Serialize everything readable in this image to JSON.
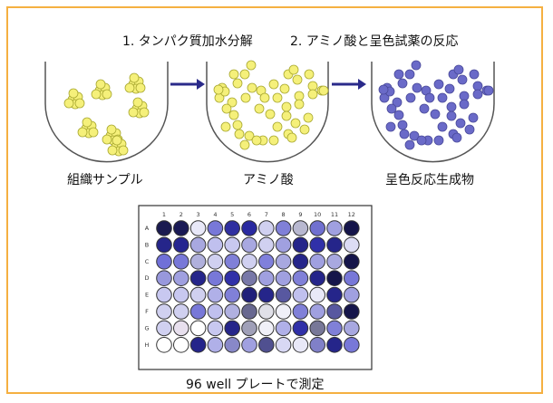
{
  "steps": {
    "step1": "1. タンパク質加水分解",
    "step2": "2. アミノ酸と呈色試薬の反応"
  },
  "labels": {
    "beaker1": "組織サンプル",
    "beaker2": "アミノ酸",
    "beaker3": "呈色反応生成物"
  },
  "plate": {
    "caption": "96 well プレートで測定",
    "columns": [
      "1",
      "2",
      "3",
      "4",
      "5",
      "6",
      "7",
      "8",
      "9",
      "10",
      "11",
      "12"
    ],
    "rows": [
      "A",
      "B",
      "C",
      "D",
      "E",
      "F",
      "G",
      "H"
    ],
    "well_colors": [
      [
        "#1a1a50",
        "#1a1a55",
        "#e8e8f8",
        "#7878d8",
        "#3030a0",
        "#2a2aa0",
        "#d0d0f0",
        "#8080d8",
        "#b8b8d0",
        "#7070d0",
        "#a0a0e0",
        "#15154a"
      ],
      [
        "#25258a",
        "#252590",
        "#a8a8e0",
        "#c0c0ee",
        "#c8c8f0",
        "#a8a8e0",
        "#d0d0f0",
        "#a0a0e0",
        "#25258a",
        "#3030a8",
        "#25258a",
        "#dcdcf4"
      ],
      [
        "#7070d8",
        "#7878d8",
        "#b0b0dc",
        "#d0d0f0",
        "#8080d8",
        "#d0d0f0",
        "#8080dc",
        "#a8a8e0",
        "#25258a",
        "#a0a0e0",
        "#a8a8e0",
        "#15154a"
      ],
      [
        "#9898dc",
        "#a0a0e0",
        "#25258a",
        "#7878d8",
        "#3030a8",
        "#7878a8",
        "#a0a0e0",
        "#a0a0e0",
        "#8080d8",
        "#25258a",
        "#15154a",
        "#7878d8"
      ],
      [
        "#c8c8f0",
        "#c8c8f0",
        "#d0d0f0",
        "#b0b0e8",
        "#8080d8",
        "#20207a",
        "#25258a",
        "#5858a0",
        "#c0c0ee",
        "#e8e8f8",
        "#25258a",
        "#a0a0e0"
      ],
      [
        "#d0d0f0",
        "#d0d0f0",
        "#7878d8",
        "#c0c0ee",
        "#b0b0e0",
        "#686890",
        "#e0e0e8",
        "#f0f0f8",
        "#8080d8",
        "#a0a0e0",
        "#5858a0",
        "#15154a"
      ],
      [
        "#d0d0f0",
        "#e8e0ee",
        "#ffffff",
        "#c8c8f0",
        "#25258a",
        "#a0a0b8",
        "#f0f0f8",
        "#b0b0e8",
        "#3030a8",
        "#787898",
        "#8080d8",
        "#a8a8e0"
      ],
      [
        "#ffffff",
        "#ffffff",
        "#25258a",
        "#b0b0e8",
        "#8888c8",
        "#a0a0e0",
        "#505090",
        "#d8d8f4",
        "#e8e8f8",
        "#8080c8",
        "#25258a",
        "#7878d8"
      ]
    ]
  },
  "colors": {
    "frame": "#f5b041",
    "arrow": "#2a2a8a",
    "amino": "#f5f07a",
    "product": "#6a6ac8"
  }
}
